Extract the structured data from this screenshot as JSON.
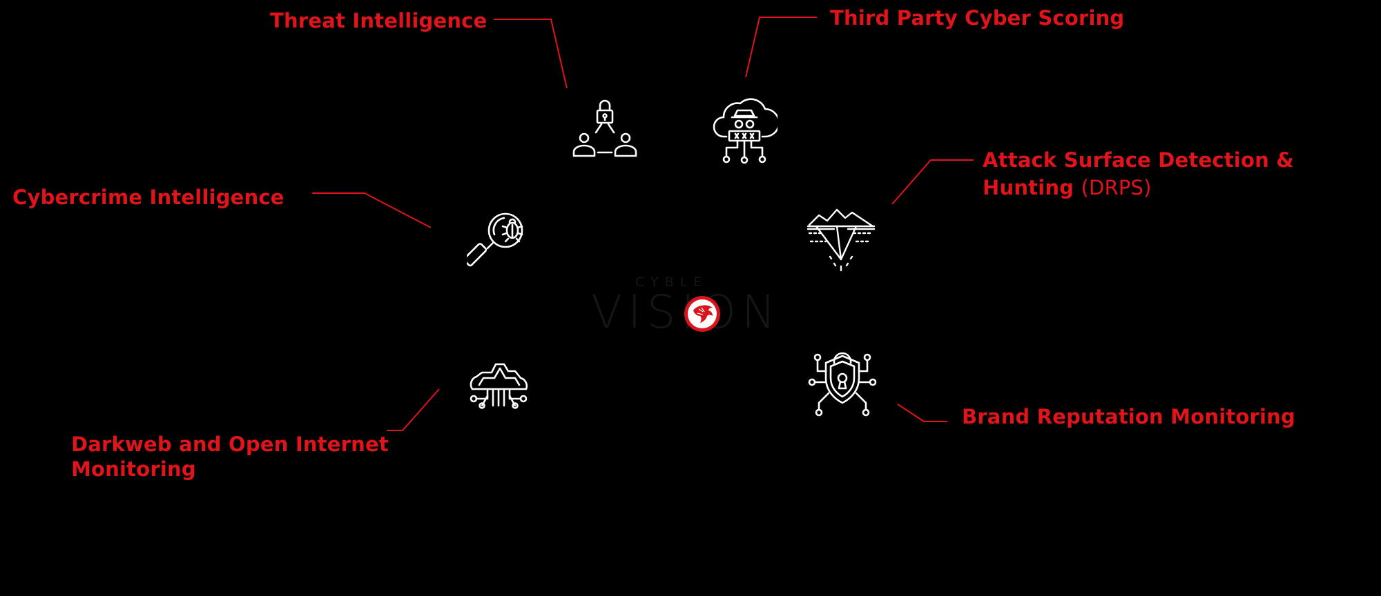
{
  "center_logo": {
    "wordmark_small": "CYBLE",
    "wordmark_large": "VISION",
    "emblem": "eagle-emblem-icon"
  },
  "capabilities": [
    {
      "id": "threat-intelligence",
      "label": "Threat Intelligence",
      "icon": "lock-network-icon"
    },
    {
      "id": "third-party-cyber-scoring",
      "label": "Third Party Cyber Scoring",
      "icon": "cloud-hacker-icon"
    },
    {
      "id": "attack-surface",
      "label_line1": "Attack Surface Detection &",
      "label_line2_bold": "Hunting",
      "label_line2_light": "(DRPS)",
      "icon": "iceberg-icon"
    },
    {
      "id": "cybercrime-intelligence",
      "label": "Cybercrime Intelligence",
      "icon": "magnifier-bug-icon"
    },
    {
      "id": "darkweb-monitoring",
      "label_line1": "Darkweb and Open Internet",
      "label_line2": "Monitoring",
      "icon": "cloud-circuit-icon"
    },
    {
      "id": "brand-reputation",
      "label": "Brand Reputation Monitoring",
      "icon": "shield-lock-circuit-icon"
    }
  ],
  "colors": {
    "background": "#000000",
    "accent": "#e0141a",
    "icon_stroke": "#ffffff",
    "logo_text": "#161616"
  }
}
